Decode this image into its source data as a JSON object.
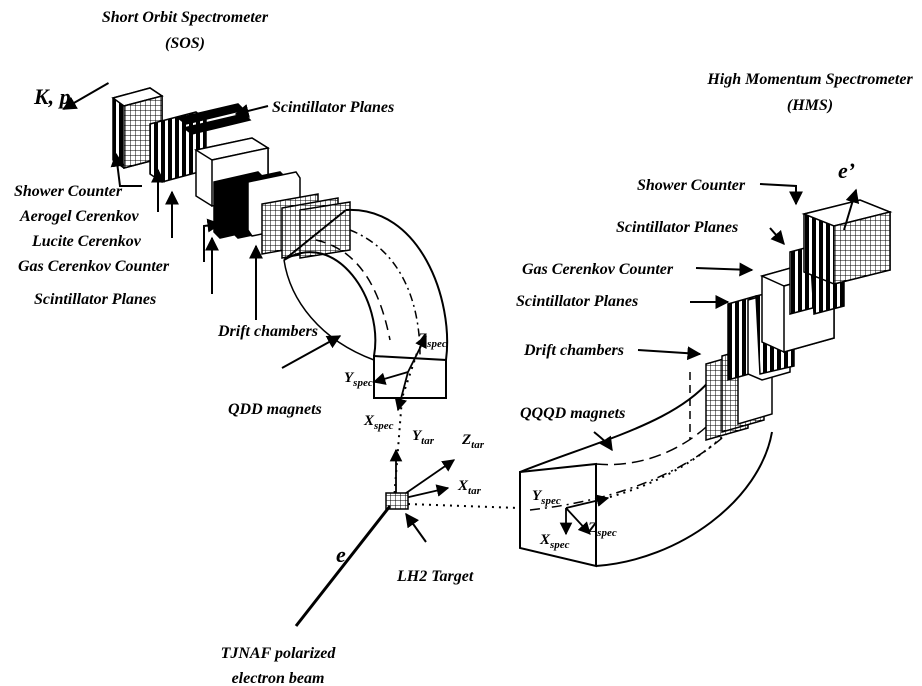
{
  "sos": {
    "title_line1": "Short Orbit Spectrometer",
    "title_line2": "(SOS)",
    "particles": "K, p",
    "scint_top": "Scintillator Planes",
    "shower": "Shower Counter",
    "aerogel": "Aerogel Cerenkov",
    "lucite": "Lucite Cerenkov",
    "gas": "Gas Cerenkov Counter",
    "scint_bottom": "Scintillator Planes",
    "drift": "Drift chambers",
    "magnets": "QDD magnets"
  },
  "hms": {
    "title_line1": "High Momentum Spectrometer",
    "title_line2": "(HMS)",
    "particle": "e’",
    "shower": "Shower Counter",
    "scint_top": "Scintillator Planes",
    "gas": "Gas Cerenkov Counter",
    "scint_bottom": "Scintillator Planes",
    "drift": "Drift chambers",
    "magnets": "QQQD magnets"
  },
  "axes": {
    "x": "X",
    "y": "Y",
    "z": "Z",
    "spec": "spec",
    "tar": "tar"
  },
  "target": "LH2 Target",
  "beam_symbol": "e",
  "beam_line1": "TJNAF polarized",
  "beam_line2": "electron beam"
}
